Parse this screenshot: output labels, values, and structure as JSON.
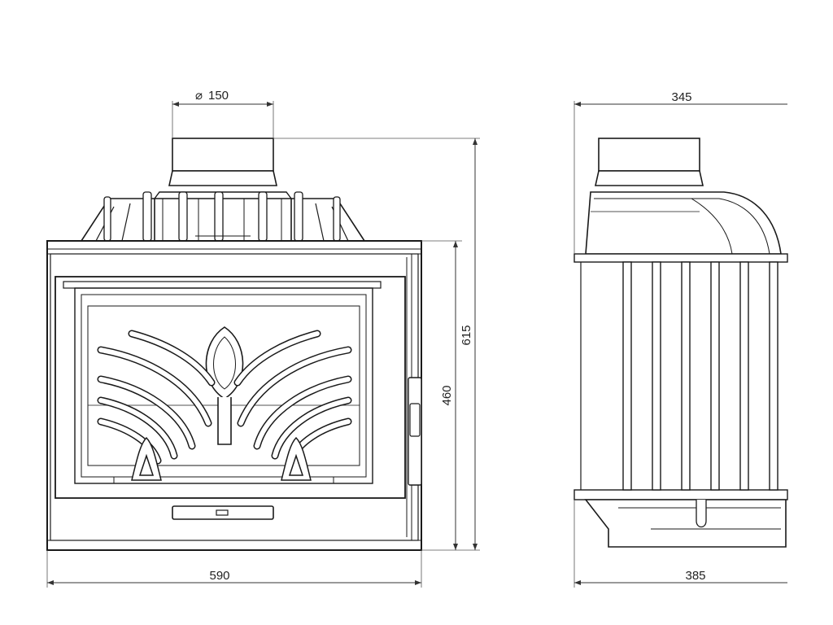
{
  "dimensions": {
    "flue_diameter": "150",
    "front_width": "590",
    "front_total_height": "615",
    "front_body_height": "460",
    "side_top_depth": "345",
    "side_bottom_depth": "385"
  },
  "colors": {
    "line": "#1a1a1a",
    "background": "#ffffff"
  }
}
